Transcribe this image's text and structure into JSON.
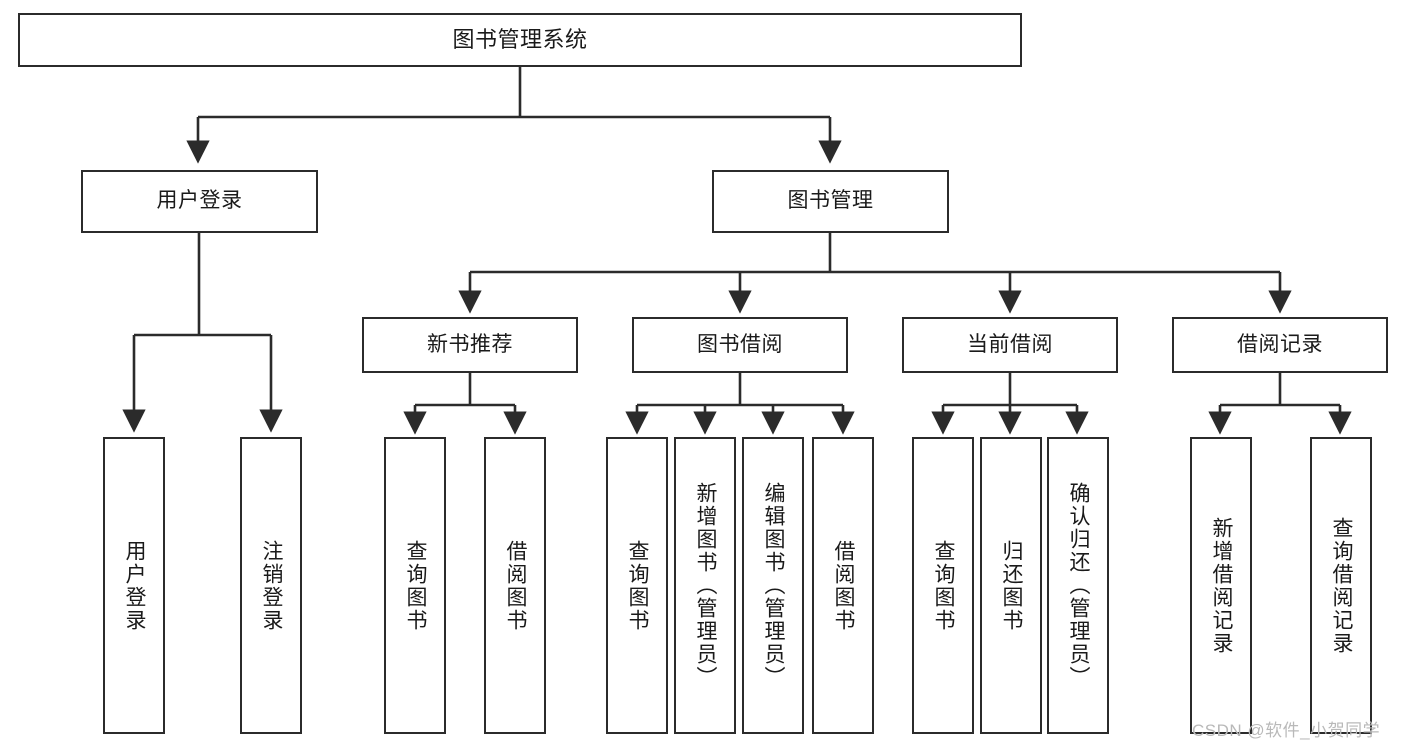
{
  "diagram": {
    "title": "图书管理系统",
    "type": "tree",
    "watermark": "CSDN @软件_小贺同学",
    "colors": {
      "stroke": "#2b2b2b",
      "fill": "#ffffff",
      "text": "#1a1a1a",
      "watermark": "#b9b9b9"
    },
    "nodes": {
      "root": {
        "label": "图书管理系统"
      },
      "level2": [
        {
          "label": "用户登录"
        },
        {
          "label": "图书管理"
        }
      ],
      "level3": [
        {
          "label": "新书推荐"
        },
        {
          "label": "图书借阅"
        },
        {
          "label": "当前借阅"
        },
        {
          "label": "借阅记录"
        }
      ],
      "leaves_user_login": [
        {
          "label": "用户登录"
        },
        {
          "label": "注销登录"
        }
      ],
      "leaves_new_book": [
        {
          "label": "查询图书"
        },
        {
          "label": "借阅图书"
        }
      ],
      "leaves_borrow": [
        {
          "label": "查询图书"
        },
        {
          "label": "新增图书（管理员）"
        },
        {
          "label": "编辑图书（管理员）"
        },
        {
          "label": "借阅图书"
        }
      ],
      "leaves_current": [
        {
          "label": "查询图书"
        },
        {
          "label": "归还图书"
        },
        {
          "label": "确认归还（管理员）"
        }
      ],
      "leaves_records": [
        {
          "label": "新增借阅记录"
        },
        {
          "label": "查询借阅记录"
        }
      ]
    }
  }
}
